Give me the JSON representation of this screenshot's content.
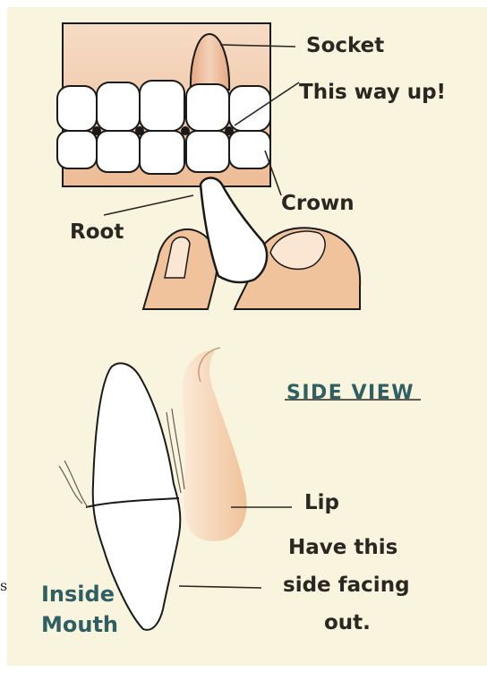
{
  "labels": {
    "socket": "Socket",
    "this_way_up": "This way up!",
    "crown": "Crown",
    "root": "Root",
    "side_view": "SIDE VIEW",
    "lip": "Lip",
    "have_line1": "Have this",
    "have_line2": "side facing",
    "have_line3": "out.",
    "inside_line1": "Inside",
    "inside_line2": "Mouth",
    "edge_glyph": "s"
  },
  "colors": {
    "background": "#f8f4dd",
    "gum": "#efc7a6",
    "tooth": "#ffffff",
    "outline": "#1a1a1a",
    "lip": "#f1c7a1",
    "teal_text": "#2f5f63"
  }
}
